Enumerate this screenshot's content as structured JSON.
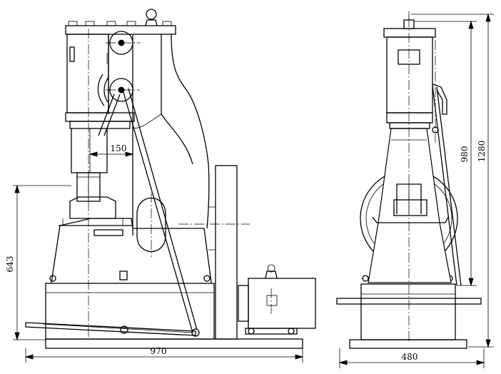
{
  "dimensions": {
    "width_970": "970",
    "width_480": "480",
    "height_643": "643",
    "height_980": "980",
    "height_1280": "1280",
    "offset_150": "150"
  }
}
